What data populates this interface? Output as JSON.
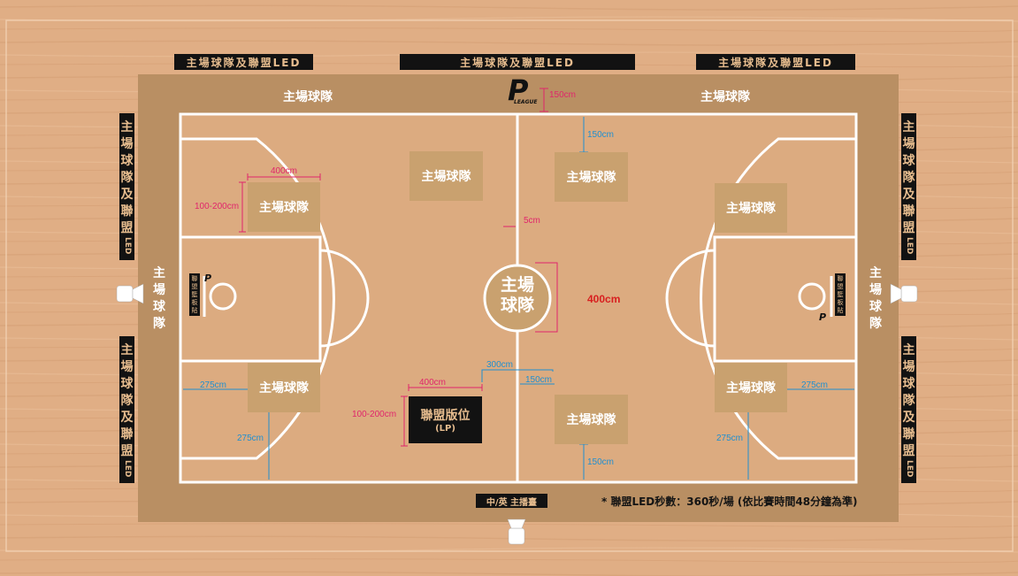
{
  "led_banners": {
    "top_left": "主場球隊及聯盟LED",
    "top_center": "主場球隊及聯盟LED",
    "top_right": "主場球隊及聯盟LED",
    "side_chars": [
      "主",
      "場",
      "球",
      "隊",
      "及",
      "聯",
      "盟"
    ],
    "side_suffix": "LED"
  },
  "apron": {
    "top_left_label": "主場球隊",
    "top_right_label": "主場球隊",
    "side_chars": [
      "主",
      "場",
      "球",
      "隊"
    ]
  },
  "zones": {
    "label": "主場球隊"
  },
  "center_logo_chars": [
    "主場",
    "球隊"
  ],
  "league_board": {
    "chars": [
      "聯",
      "盟",
      "籃",
      "板",
      "貼"
    ]
  },
  "lp_box": {
    "title": "聯盟版位",
    "subtitle": "(LP)"
  },
  "dimensions": {
    "d150_top": "150cm",
    "d150_upper": "150cm",
    "d150_mid": "150cm",
    "d150_bottom": "150cm",
    "d400_upper_left": "400cm",
    "d400_lp": "400cm",
    "d400_center": "400cm",
    "d100_200_upper": "100-200cm",
    "d100_200_lp": "100-200cm",
    "d5": "5cm",
    "d300": "300cm",
    "d275_left_h": "275cm",
    "d275_left_v": "275cm",
    "d275_right_h": "275cm",
    "d275_right_v": "275cm"
  },
  "announcer": "中/英 主播臺",
  "note": "* 聯盟LED秒數：360秒/場 (依比賽時間48分鐘為準)",
  "logo": {
    "mark": "P",
    "word": "LEAGUE"
  },
  "colors": {
    "wood_bg": "#e0ae85",
    "apron": "#b98f63",
    "court": "#dcab80",
    "zone": "#c9a16f",
    "led": "#121212",
    "led_text": "#e6bc8e",
    "pink_dim": "#e0256b",
    "blue_dim": "#1f8fd0"
  }
}
